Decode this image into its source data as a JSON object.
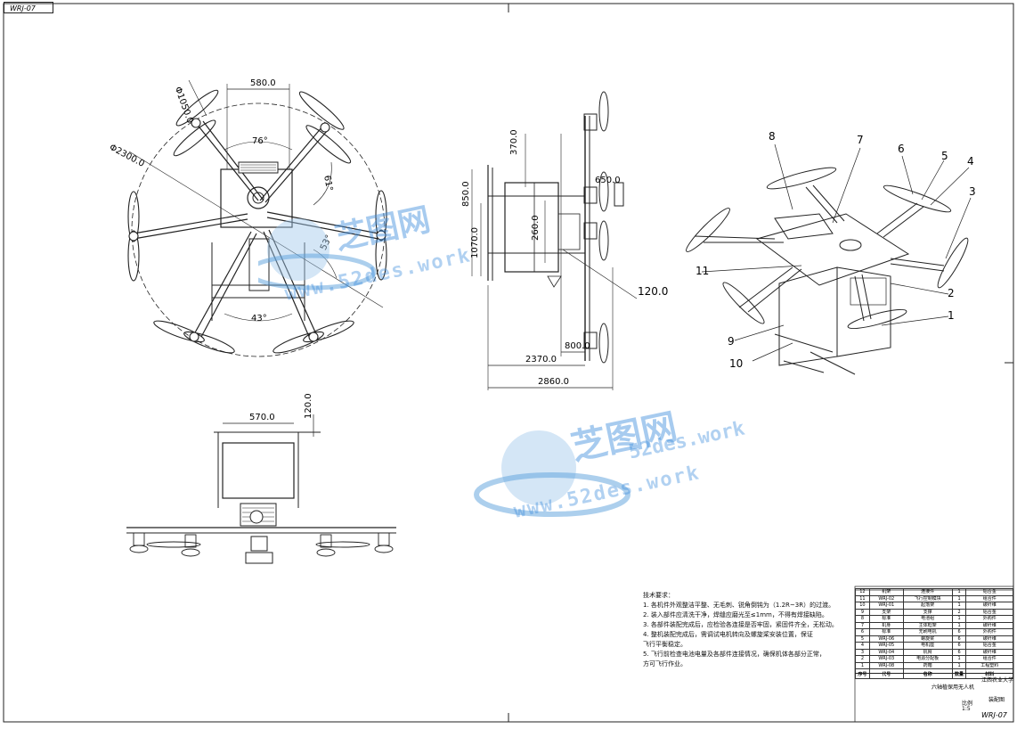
{
  "drawing_code": "WRJ-07",
  "watermark": {
    "brand": "芝图网",
    "url": "www.52des.work",
    "domain_line": "52des.work"
  },
  "top_view": {
    "dim_width": "580.0",
    "dim_prop": "Φ1050.0",
    "dim_circle": "Φ2300.0",
    "angle_top": "76°",
    "angle_right": "61°",
    "angle_mid": "53°",
    "angle_bottom": "43°"
  },
  "side_view": {
    "dim_370": "370.0",
    "dim_850": "850.0",
    "dim_1070": "1070.0",
    "dim_260": "260.0",
    "dim_650": "650.0",
    "dim_120": "120.0",
    "dim_800": "800.0",
    "dim_2370": "2370.0",
    "dim_2860": "2860.0"
  },
  "front_view": {
    "dim_570": "570.0",
    "dim_120": "120.0"
  },
  "iso_view": {
    "callouts": [
      "1",
      "2",
      "3",
      "4",
      "5",
      "6",
      "7",
      "8",
      "9",
      "10",
      "11"
    ]
  },
  "tech_notes": {
    "title": "技术要求：",
    "lines": [
      "1. 各机件外观整洁平整、无毛刺、锐角倒钝为（1.2R~3R）的过渡。",
      "2. 装入部件应清洗干净，焊缝应磨光至≤1mm，不得有焊接缺陷。",
      "3. 各部件装配完成后，应检验各连接是否牢固，紧固件齐全，无松动。",
      "4. 整机装配完成后，需调试电机转向及螺旋桨安装位置，保证",
      "   飞行平衡稳定。",
      "5. 飞行前检查电池电量及各部件连接情况，确保机体各部分正常，",
      "   方可飞行作业。"
    ]
  },
  "bom": {
    "rows": [
      [
        "12",
        "机架",
        "连接件",
        "1",
        "铝合金"
      ],
      [
        "11",
        "WRJ-02",
        "飞行控制模块",
        "1",
        "组合件"
      ],
      [
        "10",
        "WRJ-01",
        "起落架",
        "1",
        "碳纤维"
      ],
      [
        "9",
        "支架",
        "支撑",
        "2",
        "铝合金"
      ],
      [
        "8",
        "标准",
        "电池组",
        "1",
        "外购件"
      ],
      [
        "7",
        "机身",
        "主体框架",
        "1",
        "碳纤维"
      ],
      [
        "6",
        "标准",
        "无刷电机",
        "6",
        "外购件"
      ],
      [
        "5",
        "WRJ-06",
        "螺旋桨",
        "6",
        "碳纤维"
      ],
      [
        "4",
        "WRJ-05",
        "电机座",
        "6",
        "铝合金"
      ],
      [
        "3",
        "WRJ-04",
        "机臂",
        "6",
        "碳纤维"
      ],
      [
        "2",
        "WRJ-03",
        "电源分配板",
        "1",
        "组合件"
      ],
      [
        "1",
        "WRJ-08",
        "药箱",
        "1",
        "工程塑料"
      ]
    ],
    "header": [
      "序号",
      "代号",
      "名称",
      "数量",
      "材料"
    ],
    "title_block": {
      "product": "六轴植保用无人机",
      "school": "江西农业大学",
      "drawing_type": "装配图",
      "scale_label": "比例",
      "scale": "1:5",
      "code": "WRJ-07"
    }
  }
}
